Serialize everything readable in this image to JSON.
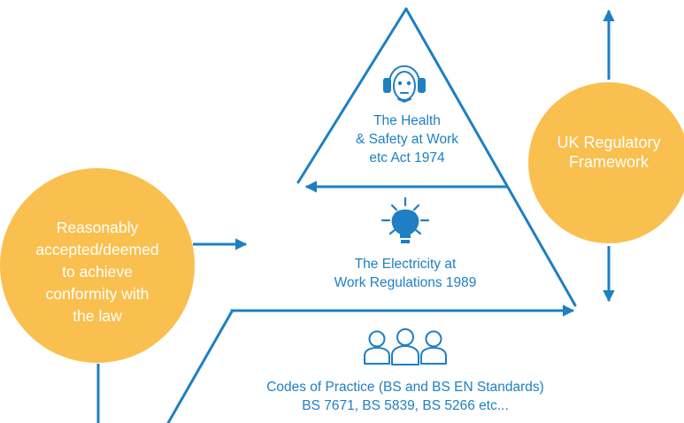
{
  "colors": {
    "blue": "#1e7fc4",
    "circle_fill": "#f9c04f",
    "white": "#ffffff"
  },
  "framework_circle": {
    "lines": [
      "UK Regulatory",
      "Framework"
    ]
  },
  "conformity_circle": {
    "lines": [
      "Reasonably",
      "accepted/deemed",
      "to achieve",
      "conformity with",
      "the law"
    ]
  },
  "tiers": {
    "act": {
      "icon": "headphones-person-icon",
      "lines": [
        "The Health",
        "& Safety at Work",
        "etc Act 1974"
      ]
    },
    "regulations": {
      "icon": "lightbulb-icon",
      "lines": [
        "The Electricity at",
        "Work Regulations 1989"
      ]
    },
    "codes": {
      "icon": "people-group-icon",
      "lines": [
        "Codes of Practice (BS and BS EN Standards)",
        "BS 7671, BS 5839, BS 5266 etc..."
      ]
    }
  }
}
